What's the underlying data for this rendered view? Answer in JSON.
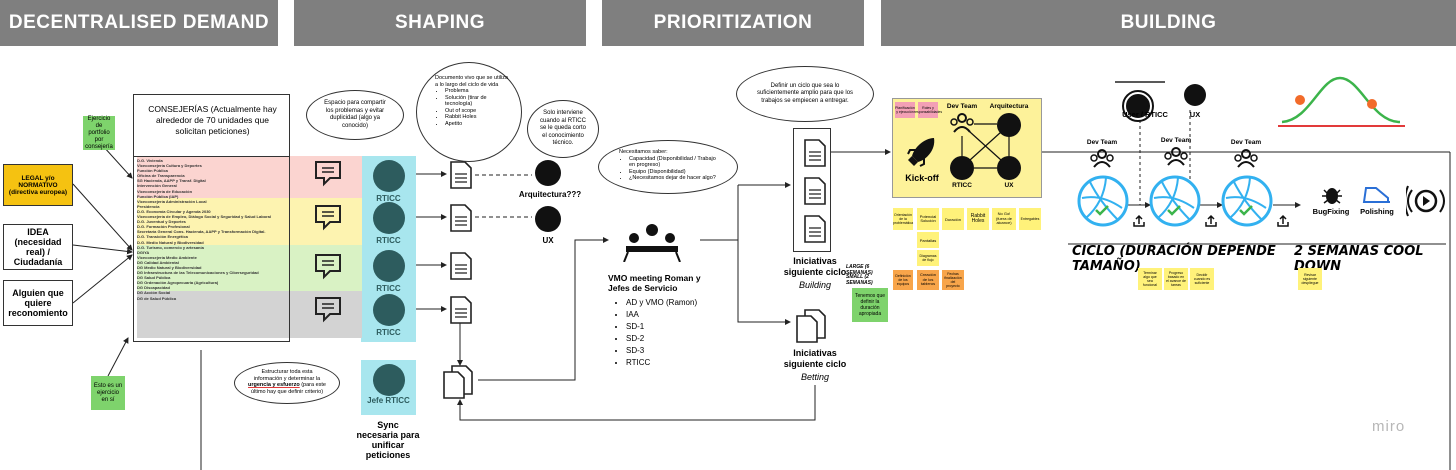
{
  "headers": {
    "demand": "DECENTRALISED DEMAND",
    "shaping": "SHAPING",
    "prioritization": "PRIORITIZATION",
    "building": "BUILDING"
  },
  "demand": {
    "exercise_note": "Ejercicio de portfolio por consejería",
    "sources": [
      "LEGAL y/o NORMATIVO (directiva europea)",
      "IDEA (necesidad real) / Ciudadanía",
      "Alguien que quiere reconomiento"
    ],
    "exercise_note_2": "Esto es un ejercicio en sí",
    "consejerias_title": "CONSEJERÍAS (Actualmente hay alrededor de 70 unidades que solicitan peticiones)",
    "consejerias_list": [
      "D.G. Vivienda",
      "Viceconsejería Cultura y Deportes",
      "Función Pública",
      "Oficina de Transparencia",
      "SG Hacienda, AAPP y Transf. Digital",
      "Intervención General",
      "Viceconsejería de Educación",
      "Función Pública (IAP)",
      "Viceconsejería Administración Local",
      "Presidencia",
      "D.G. Economía Circular y Agenda 2030",
      "Viceconsejería de Empleo, Diálogo Social y Seguridad y Salud Laboral",
      "D.G. Juventud y Deportes",
      "D.G. Formación Profesional",
      "Secretaría General Cons. Hacienda, AAPP y Transformación Digital.",
      "D.G. Transición Energética",
      "D.G. Medio Natural y Biodiversidad",
      "D.G. Turismo, comercio y artesanía",
      "DGIYA",
      "Viceconsejería Medio Ambiente",
      "DG Calidad Ambiental",
      "DG Medio Natural y Biodiversidad",
      "DG Infraestructura de las Telecomunicaciones y Ciberseguridad",
      "DG Salud Pública",
      "DG Ordenación Agropecuaria (Agricultura)",
      "DG Discapacidad",
      "DG Acción Social",
      "DG de Salud Pública"
    ]
  },
  "shaping": {
    "space_bubble": "Espacio para compartir los problemas y evitar duplicidad (algo ya conocido)",
    "doc_bubble_intro": "Documento vivo que se utiliza a lo largo del ciclo de vida",
    "doc_bubble_items": [
      "Problema",
      "Solución (tirar de tecnología)",
      "Out of scope",
      "Rabbit Holes",
      "Apetito"
    ],
    "arch_bubble": "Solo interviene cuando al RTICC se le queda corto el conocimiento técnico.",
    "rticc_label": "RTICC",
    "arch_label": "Arquitectura???",
    "ux_label": "UX",
    "jefe_label": "Jefe RTICC",
    "struct_bubble_1": "Estructurar toda esta información y determinar la ",
    "struct_bubble_u": "urgencia y esfuerzo",
    "struct_bubble_2": " (para este último hay que definir criterio)",
    "sync_label": "Sync necesaria para unificar peticiones"
  },
  "prioritization": {
    "need_bubble_title": "Necesitamos saber:",
    "need_bubble_items": [
      "Capacidad (Disponibilidad / Trabajo en progreso)",
      "Equipo (Disponibilidad)",
      "¿Necesitamos dejar de hacer algo?"
    ],
    "cycle_bubble": "Definir un ciclo que sea lo suficientemente amplio para que los trabajos se empiecen a entregar.",
    "vmo_title": "VMO meeting Roman y Jefes de Servicio",
    "vmo_items": [
      "AD y VMO (Ramon)",
      "IAA",
      "SD-1",
      "SD-2",
      "SD-3",
      "RTICC"
    ],
    "building_label": "Iniciativas siguiente ciclo",
    "building_sub": "Building",
    "betting_label": "Iniciativas siguiente ciclo",
    "betting_sub": "Betting"
  },
  "kickoff": {
    "kickoff_label": "Kick-off",
    "dev_team": "Dev Team",
    "arquitectura": "Arquitectura",
    "rticc": "RTICC",
    "ux": "UX",
    "pink_notes": [
      "Planificación y ejecución",
      "Roles y responsabilidades"
    ],
    "yellow_notes": [
      "Orientación de la problemática",
      "Potencial Solución",
      "Duración",
      "Rabbit Holes",
      "No Go! (fuera de alcance)",
      "Entregables"
    ],
    "yellow_notes_2": [
      "Pantallas",
      "Diagramas de flujo"
    ],
    "orange_notes": [
      "Definición de los equipos",
      "Creación de los tableros",
      "Fechas finalización del proyecto"
    ],
    "size_large": "LARGE (6 SEMANAS)",
    "size_small": "SMALL (2 SEMANAS)",
    "green_note": "Tenemos que definir la duración apropiada"
  },
  "building": {
    "user_rticc": "User / RTICC",
    "ux": "UX",
    "dev_team": "Dev Team",
    "bugfixing": "BugFixing",
    "polishing": "Polishing",
    "cycle_label": "CICLO (DURACIÓN DEPENDE TAMAÑO)",
    "cooldown_label": "2 SEMANAS COOL DOWN",
    "notes": [
      "Terminar algo que sea funcional",
      "Progreso basado en el avance de tareas",
      "Decidir cuando es suficiente"
    ],
    "cooldown_note": "Revisar siguiente despliegue",
    "brand": "miro"
  },
  "colors": {
    "header": "#7f7f7f",
    "rticc_band": "#a8e6ee",
    "sticky_yellow": "#fff27a",
    "sticky_orange": "#f8a54a",
    "sticky_green": "#7ed36c",
    "legal_box": "#f5c211",
    "kickoff_bg": "#fdf29a",
    "cycle_blue": "#32b1f0"
  }
}
